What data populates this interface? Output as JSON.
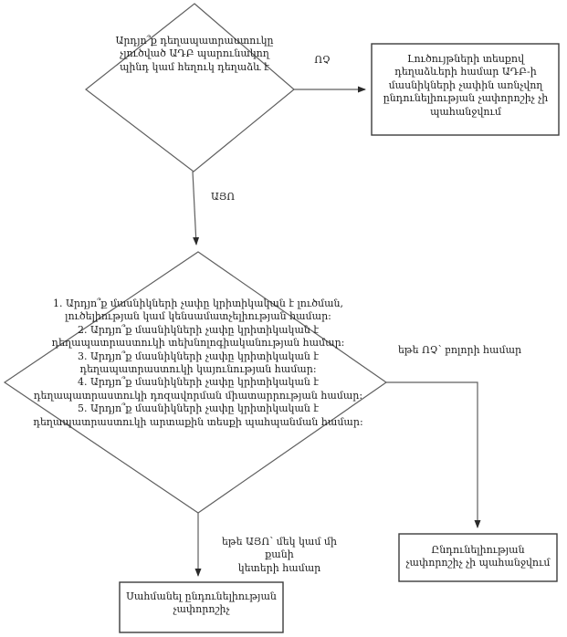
{
  "diagram": {
    "decision1": {
      "text": "Արդյո՞ք դեղապատրաստուկը\nչլուծված ԱԴԲ պարունակող\nպինդ կամ հեղուկ դեղաձև է"
    },
    "outcome_solutions_box": {
      "text": "Լուծույթների տեսքով\nդեղաձևերի համար ԱԴԲ-ի\nմասնիկների չափին առնչվող\nընդունելիության չափորոշիչ չի\nպահանջվում"
    },
    "decision2": {
      "items": [
        "1. Արդյո՞ք մասնիկների չափը կրիտիկական է լուծման,\nլուծելիության կամ կենսամատչելիության համար:",
        "2. Արդյո՞ք մասնիկների չափը կրիտիկական է\nդեղապատրաստուկի տեխնոլոգիականության համար:",
        "3. Արդյո՞ք մասնիկների չափը կրիտիկական է\nդեղապատրաստուկի կայունության համար:",
        "4. Արդյո՞ք մասնիկների չափը կրիտիկական է\nդեղապատրաստուկի դոզավորման միատարրության համար:",
        "5. Արդյո՞ք մասնիկների չափը կրիտիկական է\nդեղապատրաստուկի արտաքին տեսքի պահպանման համար:"
      ]
    },
    "outcome_no_criterion_box": {
      "text": "Ընդունելիության\nչափորոշիչ չի պահանջվում"
    },
    "action_set_criterion_box": {
      "text": "Սահմանել ընդունելիության\nչափորոշիչ"
    },
    "labels": {
      "no": "ՈՉ",
      "yes": "ԱՅՈ",
      "if_no_all": "եթե ՈՉ՝ բոլորի համար",
      "if_yes_some": "եթե ԱՅՈ՝ մեկ կամ մի քանի\nկետերի համար"
    },
    "colors": {
      "line": "#5f5f5f",
      "box_border": "#3c3c3c",
      "text": "#1c1c1c",
      "background": "#ffffff"
    }
  }
}
